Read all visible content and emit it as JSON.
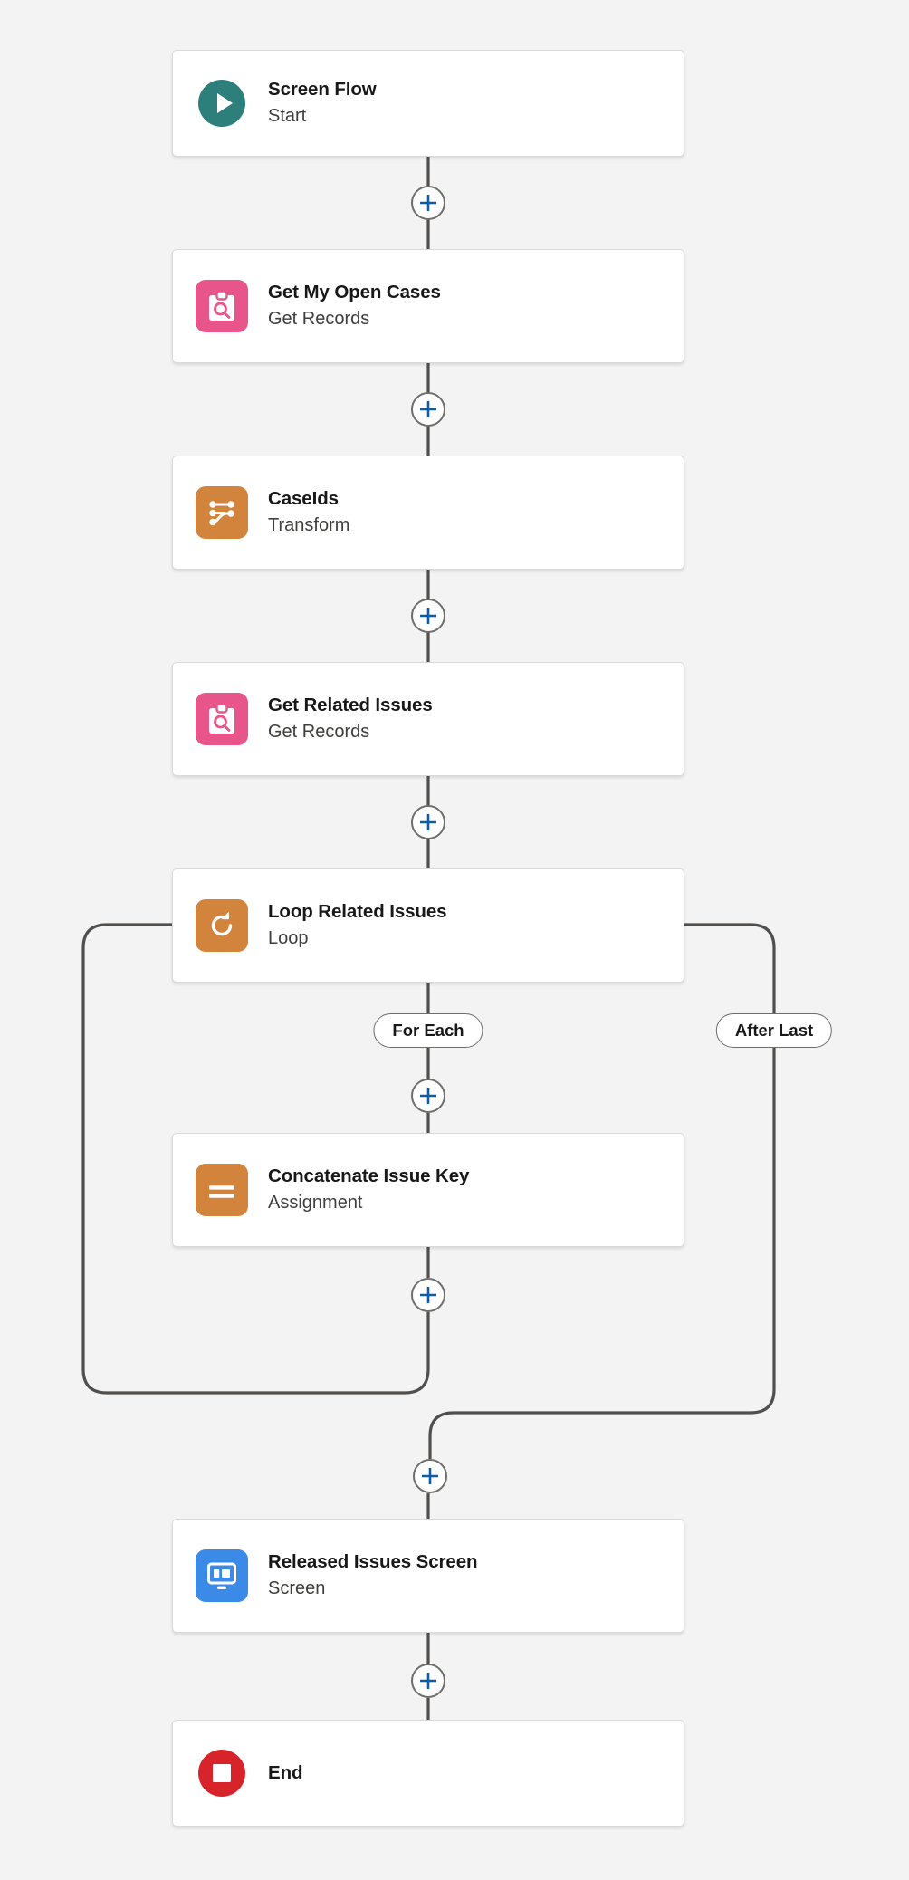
{
  "canvas": {
    "background_color": "#f3f3f3",
    "connector_color": "#514f4d",
    "plus_icon_color": "#0b5cab",
    "card_border_color": "#d9d9d9",
    "card_background": "#ffffff"
  },
  "nodes": [
    {
      "id": "start",
      "title": "Screen Flow",
      "subtitle": "Start",
      "icon": "play-circle-icon",
      "icon_color": "#2d7f7b",
      "icon_shape": "circle"
    },
    {
      "id": "get-my-open-cases",
      "title": "Get My Open Cases",
      "subtitle": "Get Records",
      "icon": "clipboard-search-icon",
      "icon_color": "#e8558a",
      "icon_shape": "rounded-square"
    },
    {
      "id": "caseids",
      "title": "CaseIds",
      "subtitle": "Transform",
      "icon": "transform-icon",
      "icon_color": "#d2843c",
      "icon_shape": "rounded-square"
    },
    {
      "id": "get-related-issues",
      "title": "Get Related Issues",
      "subtitle": "Get Records",
      "icon": "clipboard-search-icon",
      "icon_color": "#e8558a",
      "icon_shape": "rounded-square"
    },
    {
      "id": "loop-related-issues",
      "title": "Loop Related Issues",
      "subtitle": "Loop",
      "icon": "loop-refresh-icon",
      "icon_color": "#d2843c",
      "icon_shape": "rounded-square"
    },
    {
      "id": "concatenate-issue-key",
      "title": "Concatenate Issue Key",
      "subtitle": "Assignment",
      "icon": "equals-icon",
      "icon_color": "#d2843c",
      "icon_shape": "rounded-square"
    },
    {
      "id": "released-issues-screen",
      "title": "Released Issues Screen",
      "subtitle": "Screen",
      "icon": "monitor-icon",
      "icon_color": "#3b8ae8",
      "icon_shape": "rounded-square"
    },
    {
      "id": "end",
      "title": "End",
      "subtitle": "",
      "icon": "stop-circle-icon",
      "icon_color": "#d6242a",
      "icon_shape": "circle"
    }
  ],
  "branch_labels": [
    {
      "id": "for-each",
      "label": "For Each"
    },
    {
      "id": "after-last",
      "label": "After Last"
    }
  ],
  "connectors": [
    {
      "id": "add-after-start",
      "icon": "plus-icon",
      "tooltip": "Add Element"
    },
    {
      "id": "add-after-get-my-open-cases",
      "icon": "plus-icon",
      "tooltip": "Add Element"
    },
    {
      "id": "add-after-caseids",
      "icon": "plus-icon",
      "tooltip": "Add Element"
    },
    {
      "id": "add-after-get-related-issues",
      "icon": "plus-icon",
      "tooltip": "Add Element"
    },
    {
      "id": "add-inside-loop-top",
      "icon": "plus-icon",
      "tooltip": "Add Element"
    },
    {
      "id": "add-inside-loop-bottom",
      "icon": "plus-icon",
      "tooltip": "Add Element"
    },
    {
      "id": "add-after-loop",
      "icon": "plus-icon",
      "tooltip": "Add Element"
    },
    {
      "id": "add-after-screen",
      "icon": "plus-icon",
      "tooltip": "Add Element"
    }
  ]
}
